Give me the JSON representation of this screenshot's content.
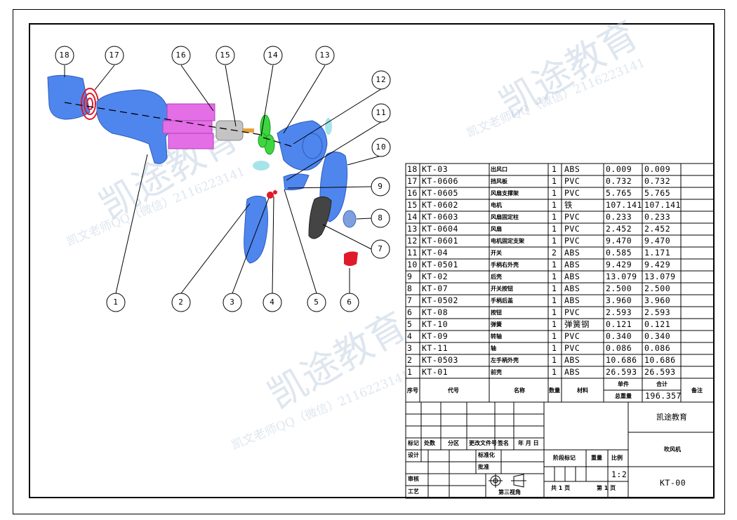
{
  "watermark": {
    "brand": "凯途教育",
    "contact": "凯文老师QQ（微信）2116223141"
  },
  "callouts": [
    "18",
    "17",
    "16",
    "15",
    "14",
    "13",
    "12",
    "11",
    "10",
    "9",
    "8",
    "7",
    "6",
    "5",
    "4",
    "3",
    "2",
    "1"
  ],
  "bom": {
    "rows": [
      {
        "no": "18",
        "code": "KT-03",
        "name": "出风口",
        "qty": "1",
        "material": "ABS",
        "unit": "0.009",
        "total": "0.009"
      },
      {
        "no": "17",
        "code": "KT-0606",
        "name": "挡风板",
        "qty": "1",
        "material": "PVC",
        "unit": "0.732",
        "total": "0.732"
      },
      {
        "no": "16",
        "code": "KT-0605",
        "name": "风扇支撑架",
        "qty": "1",
        "material": "PVC",
        "unit": "5.765",
        "total": "5.765"
      },
      {
        "no": "15",
        "code": "KT-0602",
        "name": "电机",
        "qty": "1",
        "material": "铁",
        "unit": "107.141",
        "total": "107.141"
      },
      {
        "no": "14",
        "code": "KT-0603",
        "name": "风扇固定柱",
        "qty": "1",
        "material": "PVC",
        "unit": "0.233",
        "total": "0.233"
      },
      {
        "no": "13",
        "code": "KT-0604",
        "name": "风扇",
        "qty": "1",
        "material": "PVC",
        "unit": "2.452",
        "total": "2.452"
      },
      {
        "no": "12",
        "code": "KT-0601",
        "name": "电机固定支架",
        "qty": "1",
        "material": "PVC",
        "unit": "9.470",
        "total": "9.470"
      },
      {
        "no": "11",
        "code": "KT-04",
        "name": "开关",
        "qty": "2",
        "material": "ABS",
        "unit": "0.585",
        "total": "1.171"
      },
      {
        "no": "10",
        "code": "KT-0501",
        "name": "手柄右外壳",
        "qty": "1",
        "material": "ABS",
        "unit": "9.429",
        "total": "9.429"
      },
      {
        "no": "9",
        "code": "KT-02",
        "name": "后壳",
        "qty": "1",
        "material": "ABS",
        "unit": "13.079",
        "total": "13.079"
      },
      {
        "no": "8",
        "code": "KT-07",
        "name": "开关按钮",
        "qty": "1",
        "material": "ABS",
        "unit": "2.500",
        "total": "2.500"
      },
      {
        "no": "7",
        "code": "KT-0502",
        "name": "手柄后盖",
        "qty": "1",
        "material": "ABS",
        "unit": "3.960",
        "total": "3.960"
      },
      {
        "no": "6",
        "code": "KT-08",
        "name": "按钮",
        "qty": "1",
        "material": "PVC",
        "unit": "2.593",
        "total": "2.593"
      },
      {
        "no": "5",
        "code": "KT-10",
        "name": "弹簧",
        "qty": "1",
        "material": "弹簧钢",
        "unit": "0.121",
        "total": "0.121"
      },
      {
        "no": "4",
        "code": "KT-09",
        "name": "转轴",
        "qty": "1",
        "material": "PVC",
        "unit": "0.340",
        "total": "0.340"
      },
      {
        "no": "3",
        "code": "KT-11",
        "name": "轴",
        "qty": "1",
        "material": "PVC",
        "unit": "0.086",
        "total": "0.086"
      },
      {
        "no": "2",
        "code": "KT-0503",
        "name": "左手柄外壳",
        "qty": "1",
        "material": "ABS",
        "unit": "10.686",
        "total": "10.686"
      },
      {
        "no": "1",
        "code": "KT-01",
        "name": "前壳",
        "qty": "1",
        "material": "ABS",
        "unit": "26.593",
        "total": "26.593"
      }
    ],
    "header": {
      "no": "序号",
      "code": "代号",
      "name": "名称",
      "qty": "数量",
      "material": "材料",
      "unit": "单件",
      "total": "合计",
      "total_weight": "总重量",
      "total_value": "196.357",
      "remark": "备注"
    }
  },
  "title_block": {
    "company": "凯途教育",
    "drawing_name": "吹风机",
    "drawing_code": "KT-00",
    "scale": "1:2",
    "mark": "标记",
    "count": "处数",
    "zone": "分区",
    "change_doc": "更改文件号",
    "sign": "签名",
    "date": "年 月 日",
    "design": "设计",
    "standard": "标准化",
    "approve": "批准",
    "review": "审核",
    "process": "工艺",
    "stage_mark": "阶段标记",
    "weight": "重量",
    "scale_label": "比例",
    "total_sheets": "共 1 页",
    "sheet": "第 1 页",
    "projection": "第三视角"
  }
}
